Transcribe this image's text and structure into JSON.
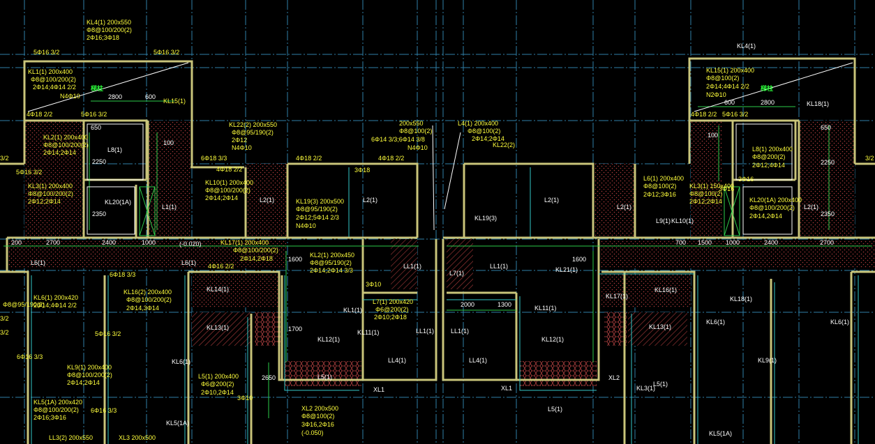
{
  "colors": {
    "background": "#000000",
    "beam": "#c9c47a",
    "axis": "#2f7fa8",
    "dim": "#2dcc4a",
    "text": "#ffff3c",
    "label": "#ffffff",
    "hatch": "#b04040"
  },
  "drawing": {
    "labels": [
      {
        "id": "kl4-spec",
        "text": "KL4(1) 200x550"
      },
      {
        "id": "kl4-stirrup",
        "text": "Φ8@100/200(2)"
      },
      {
        "id": "kl4-bar",
        "text": "2Φ16;3Φ18"
      },
      {
        "id": "top-bar-1",
        "text": "5Φ16 3/2"
      },
      {
        "id": "top-bar-2",
        "text": "5Φ16 3/2"
      },
      {
        "id": "kl1-spec",
        "text": "KL1(1) 200x400"
      },
      {
        "id": "kl1-stirrup",
        "text": "Φ8@100/200(2)"
      },
      {
        "id": "kl1-bar",
        "text": "2Φ14;4Φ14 2/2"
      },
      {
        "id": "kl1-n",
        "text": "N4Φ10"
      },
      {
        "id": "dim-2800-left",
        "text": "2800"
      },
      {
        "id": "dim-600-left",
        "text": "600"
      },
      {
        "id": "kl15-left",
        "text": "KL15(1)"
      },
      {
        "id": "bar-4-18-left",
        "text": "4Φ18 2/2"
      },
      {
        "id": "bar-5-16-left",
        "text": "5Φ16 3/2"
      },
      {
        "id": "l8",
        "text": "L8(1)"
      },
      {
        "id": "kl22-spec",
        "text": "KL22(2) 200x550"
      },
      {
        "id": "kl22-stirrup",
        "text": "Φ8@95/190(2)"
      },
      {
        "id": "kl22-bar",
        "text": "2Φ12"
      },
      {
        "id": "kl22-n",
        "text": "N4Φ10"
      },
      {
        "id": "spec-200x550-mid",
        "text": "200x550"
      },
      {
        "id": "stirrup-mid",
        "text": "Φ8@100(2)"
      },
      {
        "id": "bar-mid",
        "text": "6Φ14 3/3;6Φ14 3/8"
      },
      {
        "id": "n-mid",
        "text": "N4Φ10"
      },
      {
        "id": "kl22-right",
        "text": "KL22(2)"
      },
      {
        "id": "bar-6-18",
        "text": "6Φ18 3/3"
      },
      {
        "id": "bar-4-18-a",
        "text": "4Φ18 2/2"
      },
      {
        "id": "bar-4-18-b",
        "text": "4Φ18 2/2"
      },
      {
        "id": "bar-4-18-c",
        "text": "4Φ18 2/2"
      },
      {
        "id": "bar-3-18",
        "text": "3Φ18"
      },
      {
        "id": "kl19-spec",
        "text": "KL19(3) 200x500"
      },
      {
        "id": "kl19-stirrup",
        "text": "Φ8@95/190(2)"
      },
      {
        "id": "kl19-bar",
        "text": "2Φ12;5Φ14 2/3"
      },
      {
        "id": "kl19-n",
        "text": "N4Φ10"
      },
      {
        "id": "kl19-right",
        "text": "KL19(3)"
      },
      {
        "id": "kl20",
        "text": "KL20(1A)"
      },
      {
        "id": "dim-2400-left",
        "text": "2400"
      },
      {
        "id": "dim-1000-left",
        "text": "1000"
      },
      {
        "id": "dim-2700-left",
        "text": "2700"
      },
      {
        "id": "dim-200-left",
        "text": "200"
      },
      {
        "id": "elev-left",
        "text": "(-0.020)"
      },
      {
        "id": "kl17-spec",
        "text": "KL17(1) 200x400"
      },
      {
        "id": "kl17-stirrup",
        "text": "Φ8@100/200(2)"
      },
      {
        "id": "kl17-bar",
        "text": "2Φ14,2Φ18"
      },
      {
        "id": "bar-4-16",
        "text": "4Φ16 2/2"
      },
      {
        "id": "bar-6-18-b",
        "text": "6Φ18 3/3"
      },
      {
        "id": "kl16-spec",
        "text": "KL16(2) 200x400"
      },
      {
        "id": "kl16-stirrup",
        "text": "Φ8@100/200(2)"
      },
      {
        "id": "kl16-bar",
        "text": "2Φ14,3Φ14"
      },
      {
        "id": "kl14-left",
        "text": "KL14(1)"
      },
      {
        "id": "kl13-left",
        "text": "KL13(1)"
      },
      {
        "id": "kl6-left",
        "text": "KL6(1)"
      },
      {
        "id": "l5-spec",
        "text": "L5(1) 200x400"
      },
      {
        "id": "l5-stirrup",
        "text": "Φ6@200(2)"
      },
      {
        "id": "l5-bar",
        "text": "2Φ10,2Φ14"
      },
      {
        "id": "xl2-spec",
        "text": "XL2 200x500"
      },
      {
        "id": "xl2-stirrup",
        "text": "Φ8@100(2)"
      },
      {
        "id": "xl2-bar",
        "text": "3Φ16,2Φ16"
      },
      {
        "id": "xl2-elev",
        "text": "(-0.050)"
      },
      {
        "id": "ll3-spec",
        "text": "LL3(2) 200x550"
      },
      {
        "id": "xl3-spec",
        "text": "XL3 200x500"
      },
      {
        "id": "l7-spec",
        "text": "L7(1) 200x420"
      },
      {
        "id": "l7-stirrup",
        "text": "Φ6@200(2)"
      },
      {
        "id": "l7-bar",
        "text": "2Φ10;2Φ18"
      },
      {
        "id": "kl12-left",
        "text": "KL12(1)"
      },
      {
        "id": "kl12-right",
        "text": "KL12(1)"
      },
      {
        "id": "l5-mid",
        "text": "L5(1)"
      },
      {
        "id": "ll4-left",
        "text": "LL4(1)"
      },
      {
        "id": "ll4-right",
        "text": "LL4(1)"
      },
      {
        "id": "l5-bottom",
        "text": "L5(1)"
      },
      {
        "id": "dim-2000",
        "text": "2000"
      },
      {
        "id": "dim-1300",
        "text": "1300"
      },
      {
        "id": "kl15-right",
        "text": "KL15(1) 200x400"
      },
      {
        "id": "kl15-right-stirrup",
        "text": "Φ8@100(2)"
      },
      {
        "id": "kl15-right-bar",
        "text": "2Φ14;4Φ14 2/2"
      },
      {
        "id": "kl15-right-n",
        "text": "N2Φ10"
      },
      {
        "id": "kl4-right",
        "text": "KL4(1)"
      },
      {
        "id": "kl18-right",
        "text": "KL18(1)"
      },
      {
        "id": "dim-600-right",
        "text": "600"
      },
      {
        "id": "dim-2800-right",
        "text": "2800"
      },
      {
        "id": "bar-5-16-right",
        "text": "5Φ16 3/2"
      },
      {
        "id": "bar-4-18-right",
        "text": "4Φ18 2/2"
      },
      {
        "id": "l6-spec",
        "text": "L6(1) 200x400"
      },
      {
        "id": "l6-stirrup",
        "text": "Φ8@100(2)"
      },
      {
        "id": "l6-bar",
        "text": "2Φ12;3Φ16"
      },
      {
        "id": "l8-right-spec",
        "text": "L8(1) 200x400"
      },
      {
        "id": "l8-right-stirrup",
        "text": "Φ8@200(2)"
      },
      {
        "id": "l8-right-bar",
        "text": "2Φ12;4Φ14"
      },
      {
        "id": "kl20-right",
        "text": "KL20(1A) 200x400"
      },
      {
        "id": "kl20-right-stirrup",
        "text": "Φ8@100/200(2)"
      },
      {
        "id": "kl20-right-bar",
        "text": "2Φ14,2Φ14"
      },
      {
        "id": "dim-700",
        "text": "700"
      },
      {
        "id": "dim-1500",
        "text": "1500"
      },
      {
        "id": "dim-1000-right",
        "text": "1000"
      },
      {
        "id": "dim-2400-right",
        "text": "2400"
      },
      {
        "id": "dim-2700-right",
        "text": "2700"
      },
      {
        "id": "kl17-right",
        "text": "KL17(1)"
      },
      {
        "id": "kl16-right",
        "text": "KL16(1)"
      },
      {
        "id": "kl18-right-b",
        "text": "KL18(1)"
      },
      {
        "id": "kl13-right",
        "text": "KL13(1)"
      },
      {
        "id": "kl6-right",
        "text": "KL6(1)"
      },
      {
        "id": "kl9-right",
        "text": "KL9(1)"
      },
      {
        "id": "kl3-right",
        "text": "KL3(1)"
      },
      {
        "id": "l5-right",
        "text": "L5(1)"
      },
      {
        "id": "kl5-right",
        "text": "KL5(1A)"
      },
      {
        "id": "kl6-right-b",
        "text": "KL6(1)"
      },
      {
        "id": "kl5-left",
        "text": "KL5(1A)"
      },
      {
        "id": "dim-1600-a",
        "text": "1600"
      },
      {
        "id": "dim-1600-b",
        "text": "1600"
      },
      {
        "id": "dim-1700",
        "text": "1700"
      },
      {
        "id": "dim-2650",
        "text": "2650"
      },
      {
        "id": "dim-2250",
        "text": "2250"
      },
      {
        "id": "dim-2350",
        "text": "2350"
      },
      {
        "id": "dim-2350-b",
        "text": "2350"
      },
      {
        "id": "dim-2250-b",
        "text": "2250"
      },
      {
        "id": "dim-650",
        "text": "650"
      },
      {
        "id": "dim-650-b",
        "text": "650"
      },
      {
        "id": "dim-100",
        "text": "100"
      },
      {
        "id": "dim-100-b",
        "text": "100"
      },
      {
        "id": "xl1-left",
        "text": "XL1"
      },
      {
        "id": "xl1-right",
        "text": "XL1"
      },
      {
        "id": "xl2-right",
        "text": "XL2"
      },
      {
        "id": "bar-3-10",
        "text": "3Φ10"
      },
      {
        "id": "bar-3-10-b",
        "text": "3Φ10"
      },
      {
        "id": "bar-6-16",
        "text": "6Φ16 3/3"
      },
      {
        "id": "bar-5-16-v",
        "text": "5Φ16 3/2"
      },
      {
        "id": "bar-5-16-v2",
        "text": "5Φ16 3/2"
      },
      {
        "id": "bar-6-16-v",
        "text": "6Φ16 3/3"
      },
      {
        "id": "bar-3-2-edge",
        "text": "3/2"
      },
      {
        "id": "bar-3-2-edge-r",
        "text": "3/2"
      },
      {
        "id": "kl3-spec",
        "text": "KL3(1) 200x400"
      },
      {
        "id": "kl3-stirrup",
        "text": "Φ8@100/200(2)"
      },
      {
        "id": "kl3-bar",
        "text": "2Φ12;2Φ14"
      },
      {
        "id": "kl10-spec",
        "text": "KL10(1) 200x400"
      },
      {
        "id": "kl10-stirrup",
        "text": "Φ8@100/200(2)"
      },
      {
        "id": "kl10-bar",
        "text": "2Φ14;2Φ14"
      },
      {
        "id": "kl2-spec",
        "text": "KL2(1) 200x400"
      },
      {
        "id": "kl2-stirrup",
        "text": "Φ8@100/200(2)"
      },
      {
        "id": "kl2-bar",
        "text": "2Φ14;2Φ14"
      },
      {
        "id": "kl2-mid-spec",
        "text": "KL2(1) 200x450"
      },
      {
        "id": "kl2-mid-stirrup",
        "text": "Φ8@95/190(2)"
      },
      {
        "id": "kl2-mid-bar",
        "text": "2Φ14;2Φ14 3/3"
      },
      {
        "id": "kl5-stirrup",
        "text": "Φ8@95/190(2)"
      },
      {
        "id": "kl6-spec",
        "text": "KL6(1) 200x420"
      },
      {
        "id": "kl6-bar",
        "text": "2Φ14;4Φ14 2/2"
      },
      {
        "id": "kl9-spec",
        "text": "KL9(1) 200x400"
      },
      {
        "id": "kl9-stirrup",
        "text": "Φ8@100/200(2)"
      },
      {
        "id": "kl9-bar",
        "text": "2Φ14;2Φ14"
      },
      {
        "id": "kl5-spec",
        "text": "KL5(1A) 200x420"
      },
      {
        "id": "kl5-spec-b",
        "text": "Φ8@100/200(2)"
      },
      {
        "id": "kl5-bar",
        "text": "2Φ16;3Φ16"
      },
      {
        "id": "kl11-mid",
        "text": "KL11(1)"
      },
      {
        "id": "kl21-right",
        "text": "KL21(1)"
      },
      {
        "id": "kl1-right",
        "text": "KL1(1)"
      },
      {
        "id": "ll1-a",
        "text": "LL1(1)"
      },
      {
        "id": "ll1-b",
        "text": "LL1(1)"
      },
      {
        "id": "ll1-c",
        "text": "LL1(1)"
      },
      {
        "id": "ll1-d",
        "text": "LL1(1)"
      },
      {
        "id": "l7-a",
        "text": "L7(1)"
      },
      {
        "id": "l11-a",
        "text": "L1(1)"
      },
      {
        "id": "l2-a",
        "text": "L2(1)"
      },
      {
        "id": "l2-b",
        "text": "L2(1)"
      },
      {
        "id": "l2-c",
        "text": "L2(1)"
      },
      {
        "id": "l2-d",
        "text": "L2(1)"
      },
      {
        "id": "l2-e",
        "text": "L2(1)"
      },
      {
        "id": "l4-mid-spec",
        "text": "L4(1) 200x400"
      },
      {
        "id": "l4-mid-stirrup",
        "text": "Φ8@100(2)"
      },
      {
        "id": "l4-mid-bar",
        "text": "2Φ14;2Φ14"
      },
      {
        "id": "l6-left",
        "text": "L6(1)"
      },
      {
        "id": "l6-right",
        "text": "L6(1)"
      },
      {
        "id": "l9-right",
        "text": "L9(1)"
      },
      {
        "id": "kl11-right",
        "text": "KL11(1)"
      },
      {
        "id": "kl10-right",
        "text": "KL10(1)"
      },
      {
        "id": "kl3-vright",
        "text": "KL3(1) 150x400"
      },
      {
        "id": "kl3-vright-b",
        "text": "Φ8@100(2)"
      },
      {
        "id": "kl3-vright-c",
        "text": "2Φ12;2Φ14"
      },
      {
        "id": "green-tag-left",
        "text": "梯柱"
      },
      {
        "id": "green-tag-right",
        "text": "梯柱"
      },
      {
        "id": "bar-3-16",
        "text": "3Φ16"
      },
      {
        "id": "bar-3-16-b",
        "text": "3Φ16"
      },
      {
        "id": "bar-3-2-left",
        "text": "3/2"
      },
      {
        "id": "bar-3-2-left-b",
        "text": "3/2"
      }
    ]
  }
}
